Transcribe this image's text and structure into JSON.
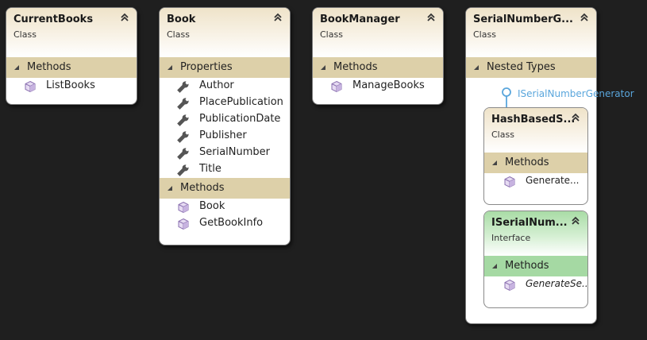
{
  "shapes": {
    "current_books": {
      "title": "CurrentBooks",
      "kind": "Class",
      "sections": {
        "methods": {
          "label": "Methods",
          "items": [
            "ListBooks"
          ]
        }
      }
    },
    "book": {
      "title": "Book",
      "kind": "Class",
      "sections": {
        "properties": {
          "label": "Properties",
          "items": [
            "Author",
            "PlacePublication",
            "PublicationDate",
            "Publisher",
            "SerialNumber",
            "Title"
          ]
        },
        "methods": {
          "label": "Methods",
          "items": [
            "Book",
            "GetBookInfo"
          ]
        }
      }
    },
    "book_manager": {
      "title": "BookManager",
      "kind": "Class",
      "sections": {
        "methods": {
          "label": "Methods",
          "items": [
            "ManageBooks"
          ]
        }
      }
    },
    "serial_number_gen": {
      "title": "SerialNumberG...",
      "kind": "Class",
      "sections": {
        "nested_types": {
          "label": "Nested Types"
        }
      },
      "interface_lollipop": "ISerialNumberGenerator",
      "nested": {
        "hash_based": {
          "title": "HashBasedS...",
          "kind": "Class",
          "sections": {
            "methods": {
              "label": "Methods",
              "items": [
                "Generate..."
              ]
            }
          }
        },
        "iserial_num": {
          "title": "ISerialNum...",
          "kind": "Interface",
          "sections": {
            "methods": {
              "label": "Methods",
              "items": [
                "GenerateSe..."
              ]
            }
          }
        }
      }
    }
  },
  "colors": {
    "background": "#1f1f1f",
    "class_header": "#efe3c9",
    "class_section": "#ddd0a9",
    "interface_header": "#a9dca6",
    "interface_section": "#a5d9a3",
    "lollipop": "#5aa6dc"
  },
  "icons": {
    "collapse": "double-chevron-up-icon",
    "method": "method-cube-icon",
    "property": "property-wrench-icon",
    "section_toggle": "triangle-down-icon"
  }
}
